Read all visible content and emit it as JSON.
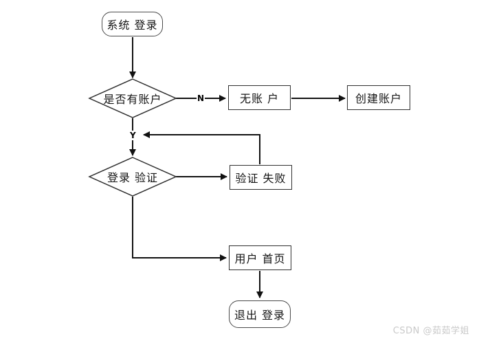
{
  "colors": {
    "line": "#111111",
    "box_border": "#2f2f2f",
    "terminator_border": "#4a4a4a",
    "text": "#141414",
    "watermark": "#c9c9c9",
    "background": "#ffffff"
  },
  "nodes": {
    "login": {
      "label": "系统 登录",
      "type": "terminator"
    },
    "has_account": {
      "label": "是否有账户",
      "type": "decision"
    },
    "no_account": {
      "label": "无账 户",
      "type": "process"
    },
    "create_account": {
      "label": "创建账户",
      "type": "process"
    },
    "login_verify": {
      "label": "登录 验证",
      "type": "decision"
    },
    "verify_fail": {
      "label": "验证 失败",
      "type": "process"
    },
    "user_home": {
      "label": "用户 首页",
      "type": "process"
    },
    "logout": {
      "label": "退出 登录",
      "type": "terminator"
    }
  },
  "edge_labels": {
    "no": "N",
    "yes": "Y"
  },
  "edges": [
    {
      "from": "系统 登录",
      "to": "是否有账户",
      "label": ""
    },
    {
      "from": "是否有账户",
      "to": "无账 户",
      "label": "N"
    },
    {
      "from": "无账 户",
      "to": "创建账户",
      "label": ""
    },
    {
      "from": "是否有账户",
      "to": "登录 验证",
      "label": "Y"
    },
    {
      "from": "登录 验证",
      "to": "验证 失败",
      "label": ""
    },
    {
      "from": "验证 失败",
      "to": "登录 验证",
      "label": ""
    },
    {
      "from": "登录 验证",
      "to": "用户 首页",
      "label": ""
    },
    {
      "from": "用户 首页",
      "to": "退出 登录",
      "label": ""
    }
  ],
  "watermark": "CSDN @茹茹学姐"
}
